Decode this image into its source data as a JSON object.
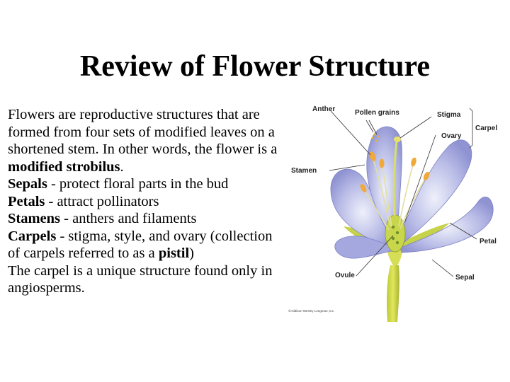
{
  "slide": {
    "title": "Review of Flower Structure"
  },
  "text": {
    "intro": {
      "before": "Flowers are reproductive structures that are formed from four sets of modified leaves on a shortened stem. In other words, the flower is a ",
      "bold": "modified strobilus",
      "after": "."
    },
    "sepals": {
      "term": "Sepals",
      "desc": " - protect floral parts in the bud"
    },
    "petals": {
      "term": "Petals",
      "desc": " - attract pollinators"
    },
    "stamens": {
      "term": "Stamens",
      "desc": " - anthers and filaments"
    },
    "carpels": {
      "term": "Carpels",
      "desc": " - stigma, style, and ovary (collection of carpels referred to as a ",
      "pistil": "pistil",
      "close": ")"
    },
    "closing": "The carpel is a unique structure found only in angiosperms."
  },
  "figure": {
    "labels": {
      "anther": "Anther",
      "pollen_grains": "Pollen grains",
      "stigma": "Stigma",
      "ovary": "Ovary",
      "carpel": "Carpel",
      "stamen": "Stamen",
      "petal": "Petal",
      "ovule": "Ovule",
      "sepal": "Sepal"
    },
    "credit": "©Addison Wesley Longman, Inc."
  }
}
